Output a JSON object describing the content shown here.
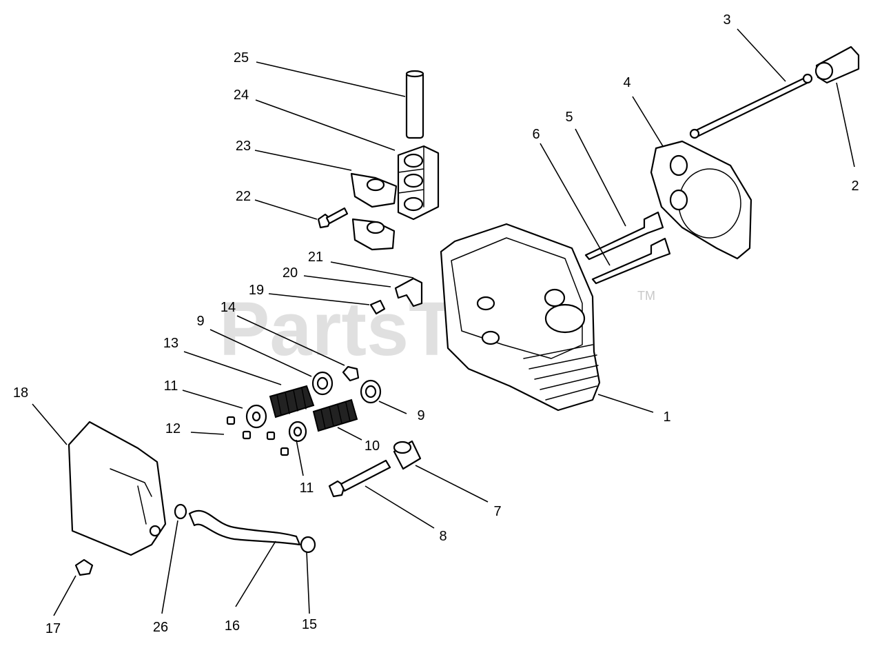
{
  "watermark": {
    "brand": "PartsTree",
    "trademark": "TM"
  },
  "callouts": [
    {
      "label": "1"
    },
    {
      "label": "2"
    },
    {
      "label": "3"
    },
    {
      "label": "4"
    },
    {
      "label": "5"
    },
    {
      "label": "6"
    },
    {
      "label": "7"
    },
    {
      "label": "8"
    },
    {
      "label": "9"
    },
    {
      "label": "9"
    },
    {
      "label": "10"
    },
    {
      "label": "11"
    },
    {
      "label": "11"
    },
    {
      "label": "12"
    },
    {
      "label": "13"
    },
    {
      "label": "14"
    },
    {
      "label": "15"
    },
    {
      "label": "16"
    },
    {
      "label": "17"
    },
    {
      "label": "18"
    },
    {
      "label": "19"
    },
    {
      "label": "20"
    },
    {
      "label": "21"
    },
    {
      "label": "22"
    },
    {
      "label": "23"
    },
    {
      "label": "24"
    },
    {
      "label": "25"
    },
    {
      "label": "26"
    }
  ]
}
